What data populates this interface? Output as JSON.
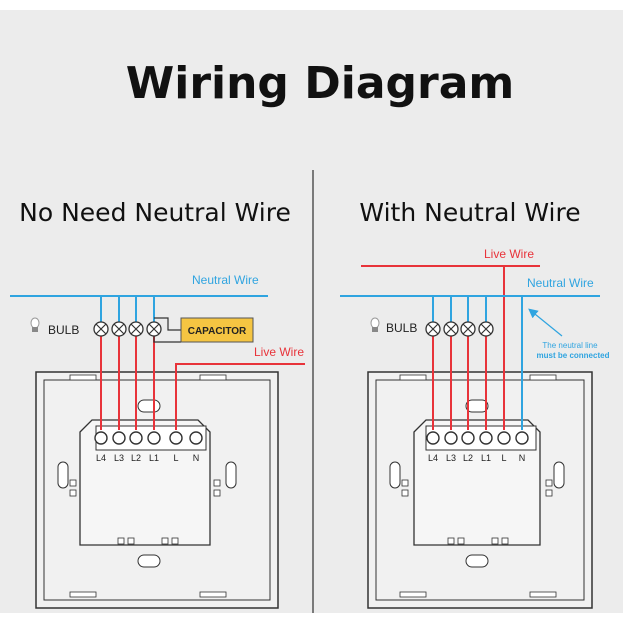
{
  "title": "Wiring Diagram",
  "colors": {
    "live": "#e8333a",
    "neutral": "#2fa4e0",
    "capacitor_fill": "#f5c542",
    "divider": "#555555"
  },
  "left": {
    "heading": "No Need Neutral Wire",
    "neutral_label": "Neutral Wire",
    "live_label": "Live Wire",
    "bulb_label": "BULB",
    "capacitor_label": "CAPACITOR",
    "terminals": [
      "L4",
      "L3",
      "L2",
      "L1",
      "L",
      "N"
    ]
  },
  "right": {
    "heading": "With Neutral Wire",
    "live_label": "Live Wire",
    "neutral_label": "Neutral Wire",
    "bulb_label": "BULB",
    "note_line1": "The neutral line",
    "note_line2": "must be connected",
    "terminals": [
      "L4",
      "L3",
      "L2",
      "L1",
      "L",
      "N"
    ]
  }
}
